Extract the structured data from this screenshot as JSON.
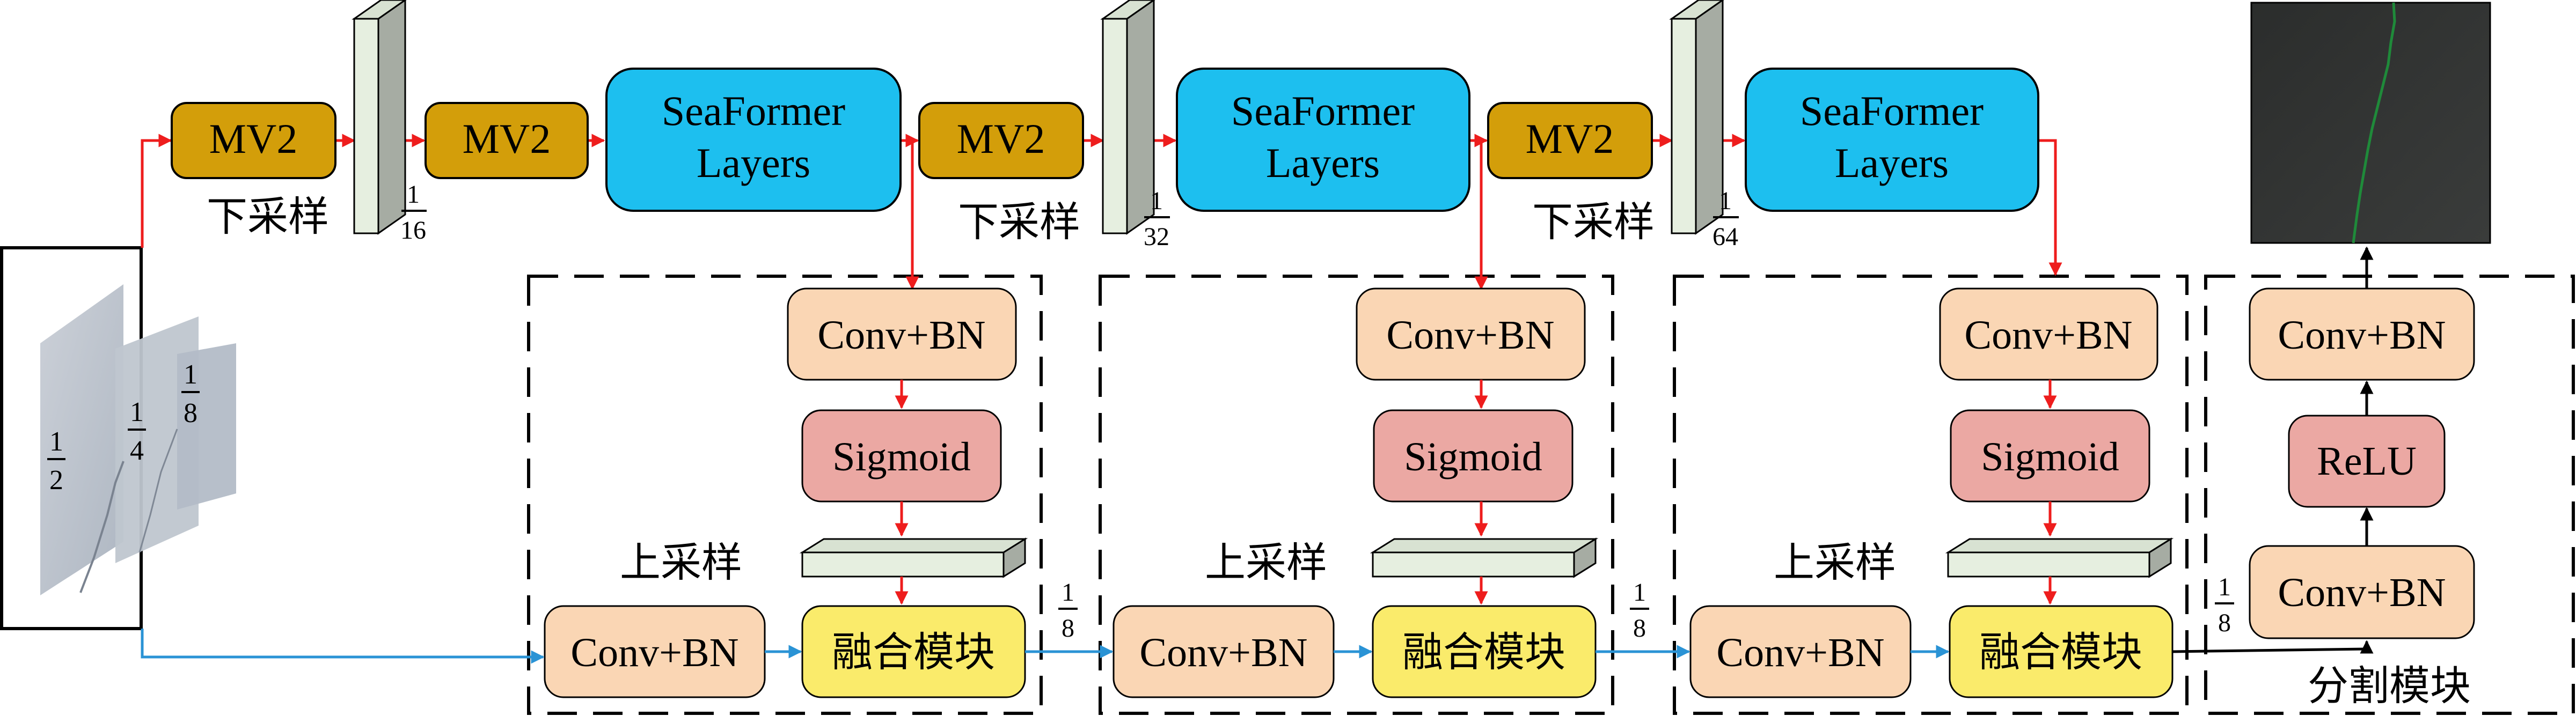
{
  "colors": {
    "mv2": "#D39E0A",
    "seaformer": "#1DBFEF",
    "conv": "#FAD6B4",
    "sigmoid": "#EBA8A3",
    "relu": "#EBA8A3",
    "fusion": "#FAEB6B",
    "red_arrow": "#EE1D1D",
    "blue_arrow": "#2A93D5",
    "black_arrow": "#000000",
    "feature_map": "#E6EFE0"
  },
  "backbone": {
    "mv2_label": "MV2",
    "seaformer_line1": "SeaFormer",
    "seaformer_line2": "Layers",
    "downsample_label": "下采样",
    "scales": [
      {
        "num": "1",
        "den": "16"
      },
      {
        "num": "1",
        "den": "32"
      },
      {
        "num": "1",
        "den": "64"
      }
    ]
  },
  "input": {
    "scales": [
      {
        "num": "1",
        "den": "2"
      },
      {
        "num": "1",
        "den": "4"
      },
      {
        "num": "1",
        "den": "8"
      }
    ]
  },
  "fusion_stage": {
    "conv_bn_label": "Conv+BN",
    "sigmoid_label": "Sigmoid",
    "upsample_label": "上采样",
    "fusion_label": "融合模块",
    "link_scale": {
      "num": "1",
      "den": "8"
    }
  },
  "seg_head": {
    "conv_bn_label": "Conv+BN",
    "relu_label": "ReLU",
    "title": "分割模块"
  }
}
